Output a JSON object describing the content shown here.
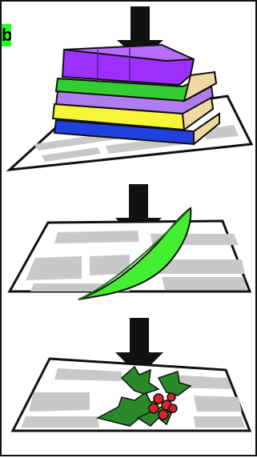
{
  "badge": {
    "text": "b",
    "color": "#22ff22"
  },
  "layers": [
    {
      "name": "books-stack",
      "icon": "books-icon"
    },
    {
      "name": "feather",
      "icon": "feather-icon"
    },
    {
      "name": "holly",
      "icon": "holly-icon"
    }
  ],
  "colors": {
    "arrow": "#111111",
    "sheet": "#ffffff",
    "sheet_block": "#c8c8c8",
    "book_purple": "#9b30ff",
    "book_green": "#33cc33",
    "book_lavender": "#b07cf0",
    "book_yellow": "#f5f53a",
    "book_blue": "#2040e0",
    "feather_green": "#44ee33",
    "holly_leaf": "#2a8a2a",
    "holly_berry": "#d8232a"
  }
}
